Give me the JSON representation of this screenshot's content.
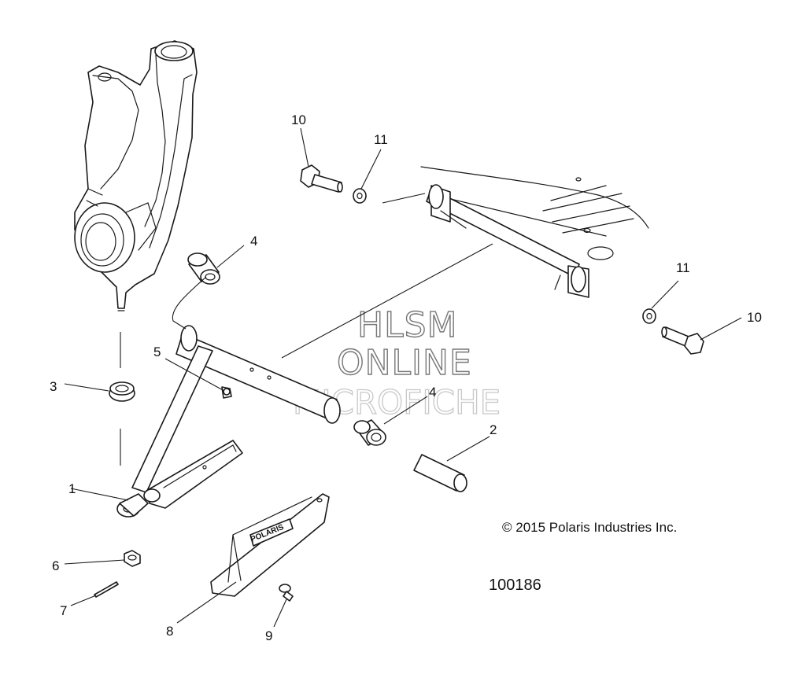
{
  "callouts": {
    "c1": "1",
    "c2": "2",
    "c3": "3",
    "c4a": "4",
    "c4b": "4",
    "c5": "5",
    "c6": "6",
    "c7": "7",
    "c8": "8",
    "c9": "9",
    "c10a": "10",
    "c10b": "10",
    "c11a": "11",
    "c11b": "11"
  },
  "watermark": {
    "line1": "HLSM",
    "line2": "ONLINE",
    "line3": "MICROFICHE"
  },
  "guard_logo": "POLARIS",
  "copyright": "© 2015 Polaris Industries Inc.",
  "diagram_number": "100186"
}
